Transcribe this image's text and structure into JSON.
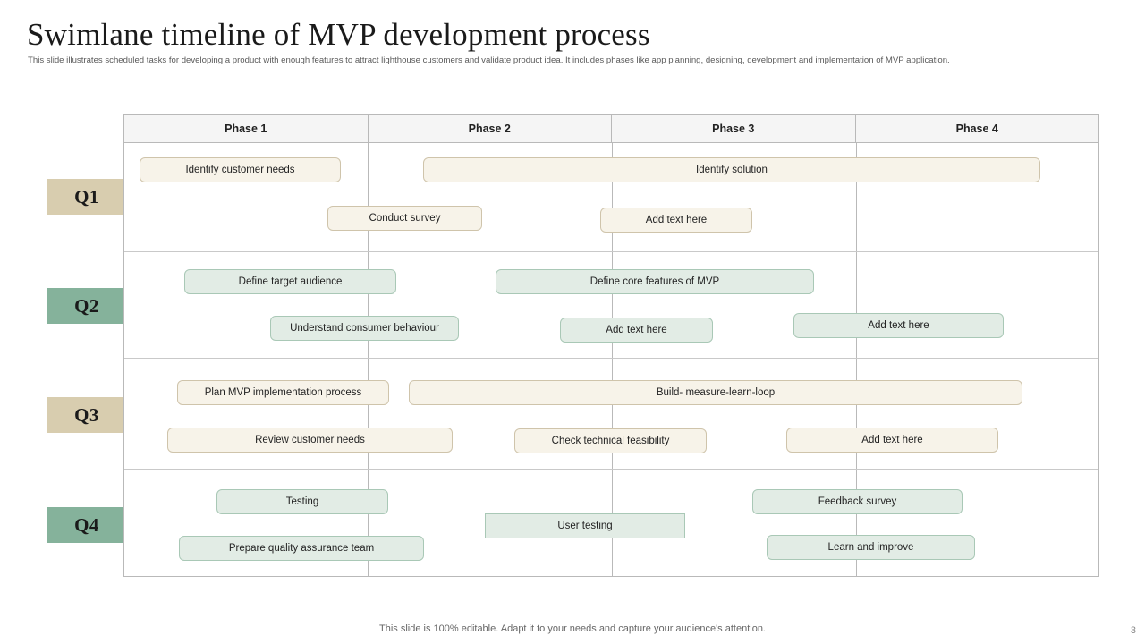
{
  "header": {
    "title": "Swimlane timeline of MVP development process",
    "subtitle": "This slide illustrates scheduled tasks for developing a product with enough features to attract lighthouse customers and validate product idea. It includes phases like app planning, designing, development and implementation  of MVP application."
  },
  "footer": {
    "note": "This slide is 100% editable. Adapt it to your needs and capture your audience's attention.",
    "page_number": "3"
  },
  "colors": {
    "tan_label": "#d8cdaf",
    "green_label": "#85b29b",
    "cream_bar_fill": "#f7f3e9",
    "cream_bar_border": "#cfc4ab",
    "mint_bar_fill": "#e2ece5",
    "mint_bar_border": "#a9c8b6",
    "header_fill": "#f5f5f5",
    "grid_line": "#b9b9b9"
  },
  "phases": [
    {
      "label": "Phase 1"
    },
    {
      "label": "Phase 2"
    },
    {
      "label": "Phase 3"
    },
    {
      "label": "Phase 4"
    }
  ],
  "swimlanes": [
    {
      "id": "q1",
      "label": "Q1",
      "label_color": "tan",
      "bar_style": "cream",
      "tasks": [
        {
          "label": "Identify customer needs"
        },
        {
          "label": "Identify solution"
        },
        {
          "label": "Conduct survey"
        },
        {
          "label": "Add text here"
        }
      ]
    },
    {
      "id": "q2",
      "label": "Q2",
      "label_color": "green",
      "bar_style": "mint",
      "tasks": [
        {
          "label": "Define target audience"
        },
        {
          "label": "Define core features of MVP"
        },
        {
          "label": "Understand consumer behaviour"
        },
        {
          "label": "Add text here"
        },
        {
          "label": "Add text here"
        }
      ]
    },
    {
      "id": "q3",
      "label": "Q3",
      "label_color": "tan",
      "bar_style": "cream",
      "tasks": [
        {
          "label": "Plan MVP implementation process"
        },
        {
          "label": "Build- measure-learn-loop"
        },
        {
          "label": "Review customer needs"
        },
        {
          "label": "Check technical feasibility"
        },
        {
          "label": "Add text here"
        }
      ]
    },
    {
      "id": "q4",
      "label": "Q4",
      "label_color": "green",
      "bar_style": "mint",
      "tasks": [
        {
          "label": "Testing"
        },
        {
          "label": "User testing"
        },
        {
          "label": "Feedback survey"
        },
        {
          "label": "Prepare quality assurance team"
        },
        {
          "label": "Learn and improve"
        }
      ]
    }
  ]
}
